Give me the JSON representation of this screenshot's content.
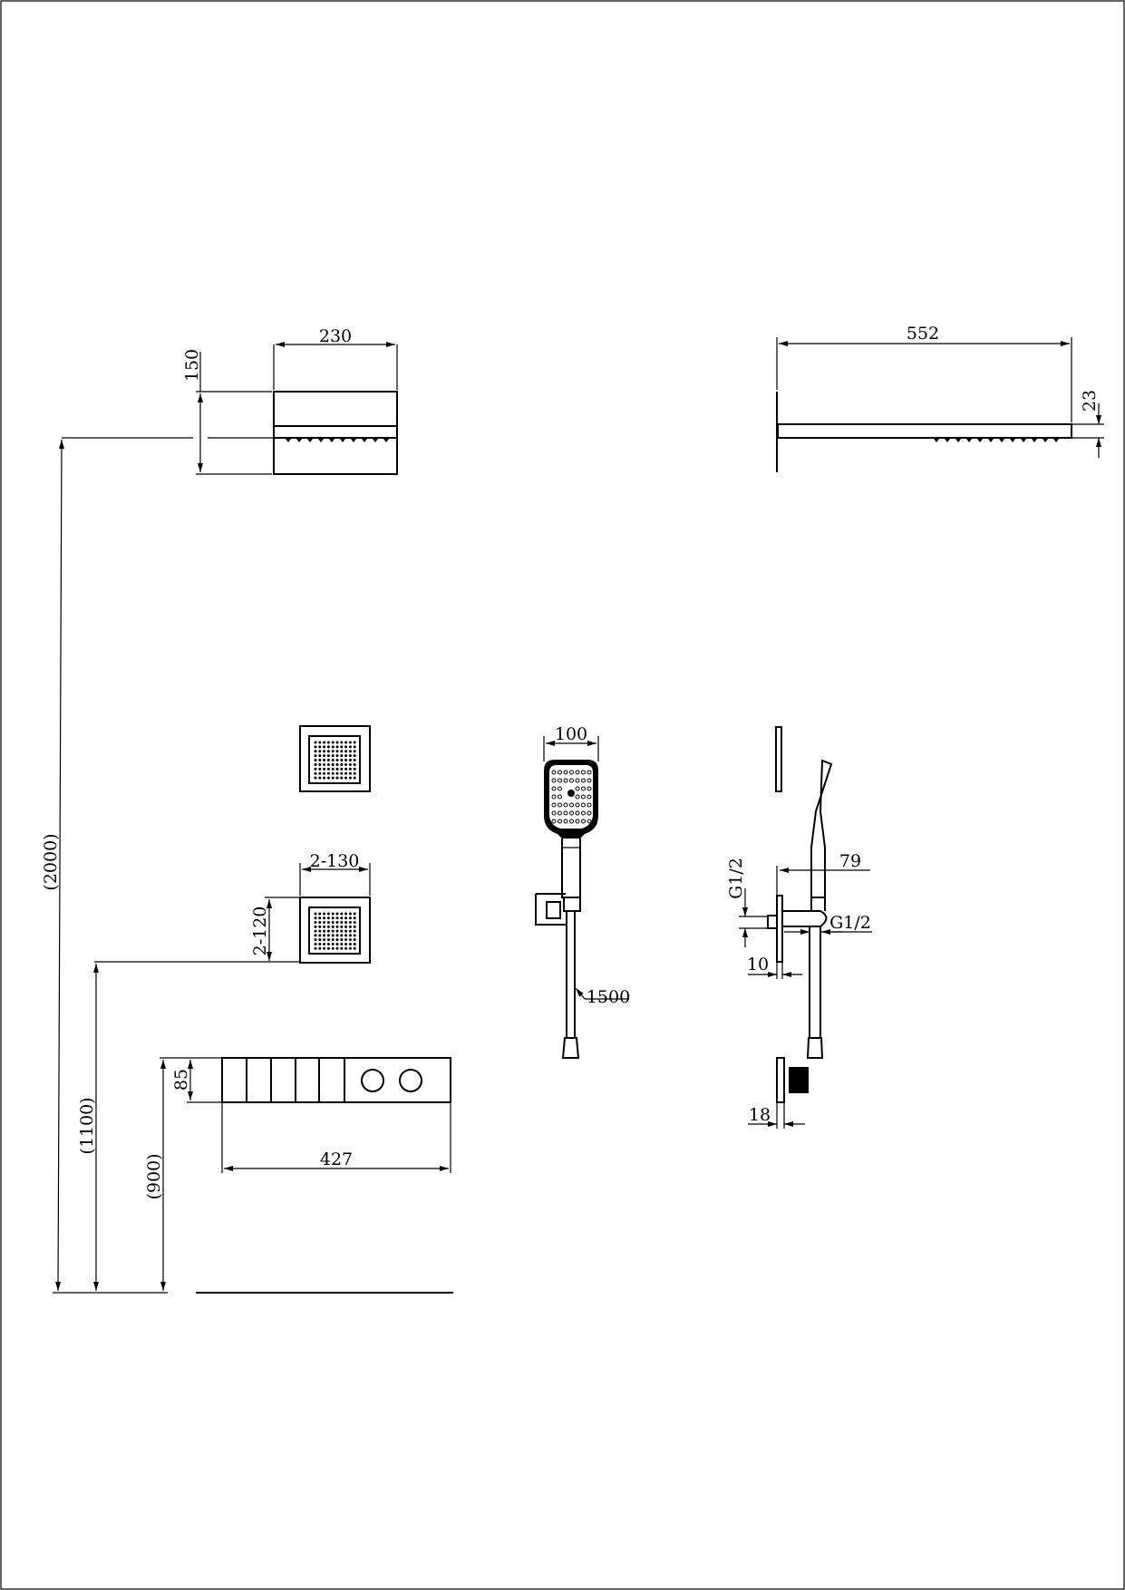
{
  "drawing": {
    "line_color": "#000000",
    "background": "#ffffff",
    "overhead_shower": {
      "width": "230",
      "height": "150",
      "arm_length": "552",
      "thickness": "23"
    },
    "body_jets": {
      "width": "2-130",
      "height": "2-120"
    },
    "control_panel": {
      "width": "427",
      "height": "85"
    },
    "hand_shower": {
      "head_width": "100",
      "hose_length": "1500"
    },
    "side_view": {
      "projection": "79",
      "inlet": "G1/2",
      "outlet": "G1/2",
      "plate": "10",
      "elbow": "18"
    },
    "heights": {
      "overhead": "(2000)",
      "body_jet": "(1100)",
      "panel": "(900)"
    }
  }
}
